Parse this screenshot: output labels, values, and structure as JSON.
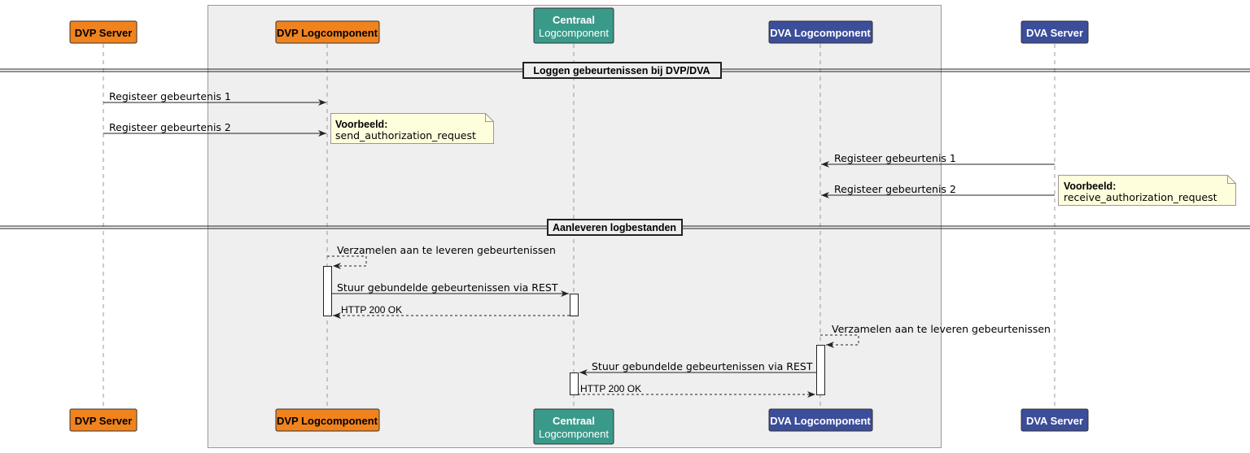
{
  "participants": {
    "dvp_server": {
      "label": "DVP Server",
      "color": "#F0831E"
    },
    "dvp_log": {
      "label": "DVP Logcomponent",
      "color": "#F0831E"
    },
    "centraal_line1": "Centraal",
    "centraal_line2": "Logcomponent",
    "centraal_color": "#3A9A8A",
    "dva_log": {
      "label": "DVA Logcomponent",
      "color": "#3C4D99"
    },
    "dva_server": {
      "label": "DVA Server",
      "color": "#3C4D99"
    }
  },
  "dividers": {
    "d1": "Loggen gebeurtenissen bij DVP/DVA",
    "d2": "Aanleveren logbestanden"
  },
  "messages": {
    "m1": "Registeer gebeurtenis 1",
    "m2": "Registeer gebeurtenis 2",
    "m3": "Registeer gebeurtenis 1",
    "m4": "Registeer gebeurtenis 2",
    "m5": "Verzamelen aan te leveren gebeurtenissen",
    "m6": "Stuur gebundelde gebeurtenissen via REST",
    "m7": "HTTP 200 OK",
    "m8": "Verzamelen aan te leveren gebeurtenissen",
    "m9": "Stuur gebundelde gebeurtenissen via REST",
    "m10": "HTTP 200 OK"
  },
  "notes": {
    "n1_title": "Voorbeeld:",
    "n1_body": "send_authorization_request",
    "n2_title": "Voorbeeld:",
    "n2_body": "receive_authorization_request"
  }
}
